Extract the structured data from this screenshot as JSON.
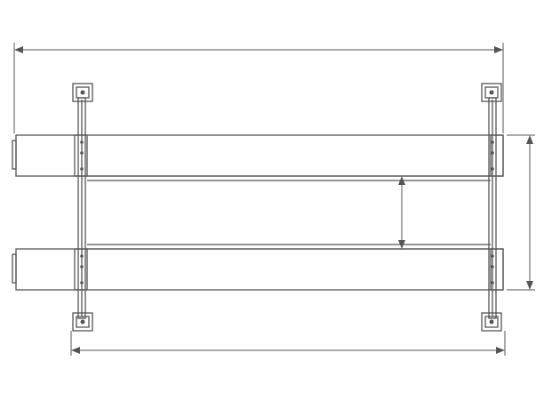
{
  "drawing": {
    "description_visible_text": "",
    "colors": {
      "line": "#555555",
      "background": "#ffffff"
    },
    "components": {
      "posts": [
        "top-left",
        "top-right",
        "bottom-left",
        "bottom-right"
      ],
      "runways": [
        "upper-runway",
        "lower-runway"
      ],
      "crossbeams": [
        "left-crossbeam",
        "right-crossbeam"
      ],
      "dimension_lines": [
        "overall-length",
        "post-span-width",
        "runway-gap",
        "overall-width"
      ]
    }
  }
}
